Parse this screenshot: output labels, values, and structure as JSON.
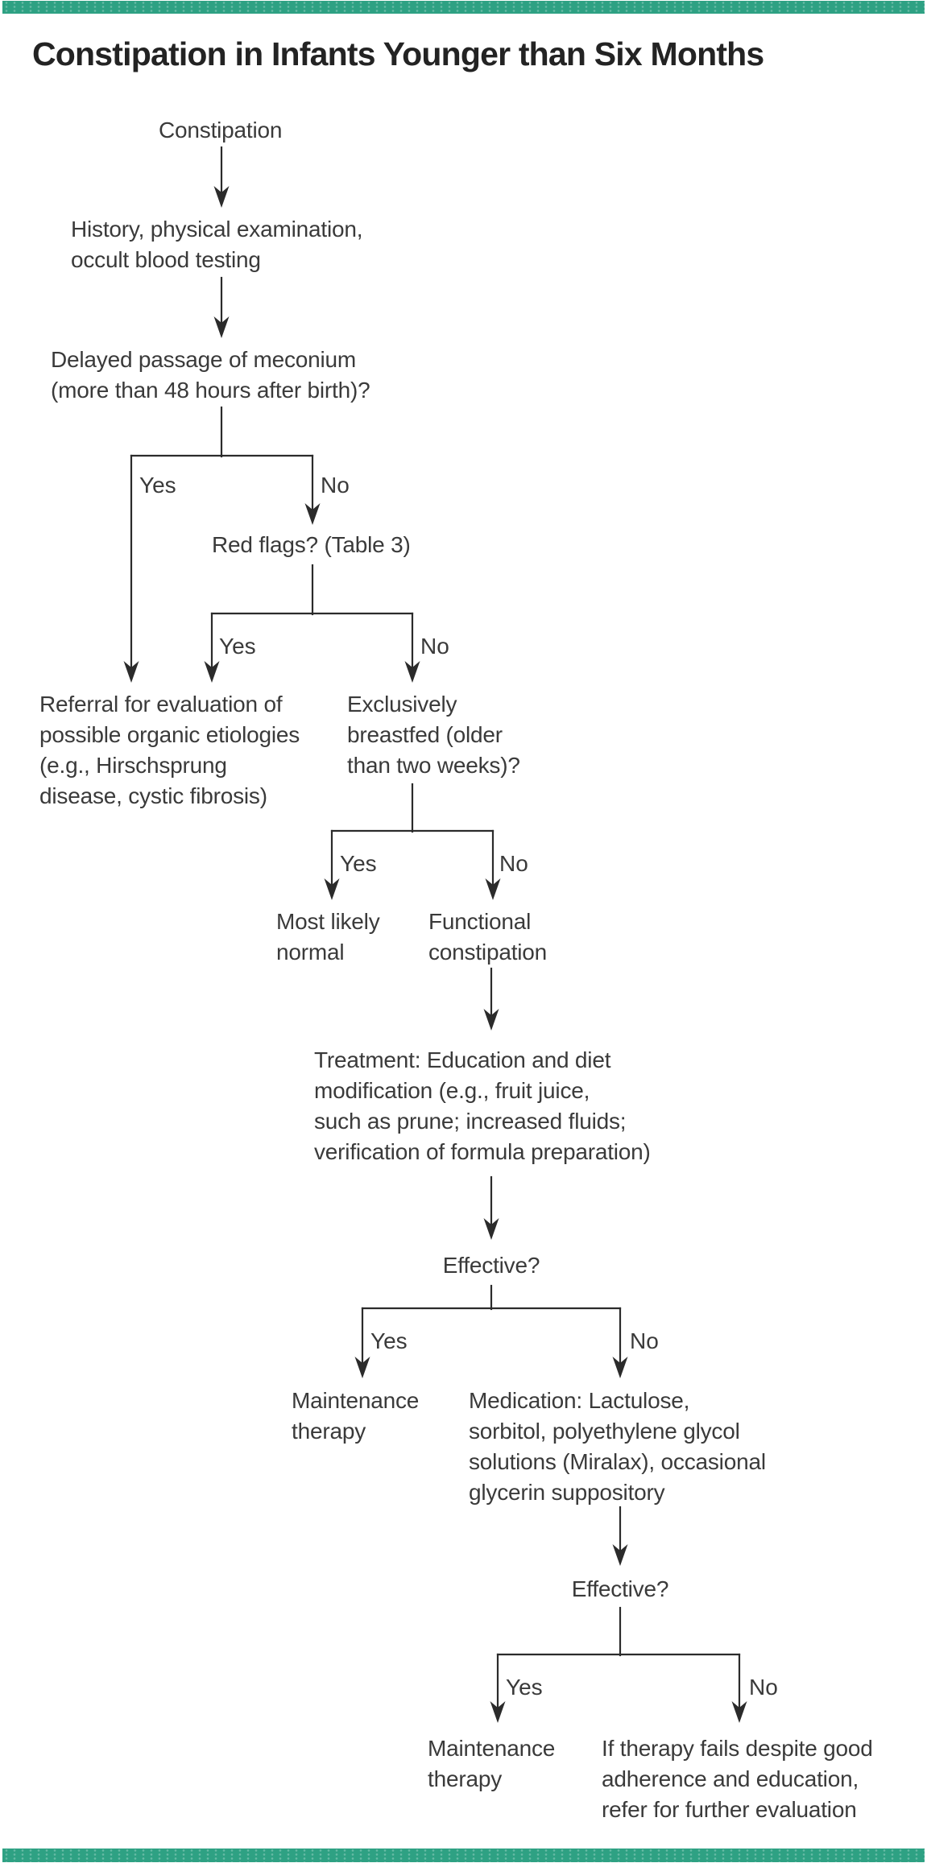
{
  "header": {
    "title": "Constipation in Infants Younger than Six Months"
  },
  "labels": {
    "yes": "Yes",
    "no": "No"
  },
  "nodes": {
    "start": "Constipation",
    "history": {
      "lines": [
        "History, physical examination,",
        "occult blood testing"
      ]
    },
    "meconium_question": {
      "lines": [
        "Delayed passage of meconium",
        "(more than 48 hours after birth)?"
      ]
    },
    "red_flags_question": "Red flags? (Table 3)",
    "referral_organic": {
      "lines": [
        "Referral for evaluation of",
        "possible organic etiologies",
        "(e.g., Hirschsprung",
        "disease, cystic fibrosis)"
      ]
    },
    "breastfed_question": {
      "lines": [
        "Exclusively",
        "breastfed (older",
        "than two weeks)?"
      ]
    },
    "most_likely_normal": {
      "lines": [
        "Most likely",
        "normal"
      ]
    },
    "functional_constipation": {
      "lines": [
        "Functional",
        "constipation"
      ]
    },
    "treatment": {
      "lines": [
        "Treatment: Education and diet",
        "modification (e.g., fruit juice,",
        "such as prune; increased fluids;",
        "verification of formula preparation)"
      ]
    },
    "effective_1": "Effective?",
    "maintenance_1": {
      "lines": [
        "Maintenance",
        "therapy"
      ]
    },
    "medication": {
      "lines": [
        "Medication: Lactulose,",
        "sorbitol, polyethylene glycol",
        "solutions (Miralax), occasional",
        "glycerin suppository"
      ]
    },
    "effective_2": "Effective?",
    "maintenance_2": {
      "lines": [
        "Maintenance",
        "therapy"
      ]
    },
    "referral_final": {
      "lines": [
        "If therapy fails despite good",
        "adherence and education,",
        "refer for further evaluation"
      ]
    }
  },
  "theme": {
    "accent_color": "#2ea183",
    "text_color": "#3a3a3a",
    "line_color": "#2b2b2b",
    "background": "#ffffff"
  }
}
